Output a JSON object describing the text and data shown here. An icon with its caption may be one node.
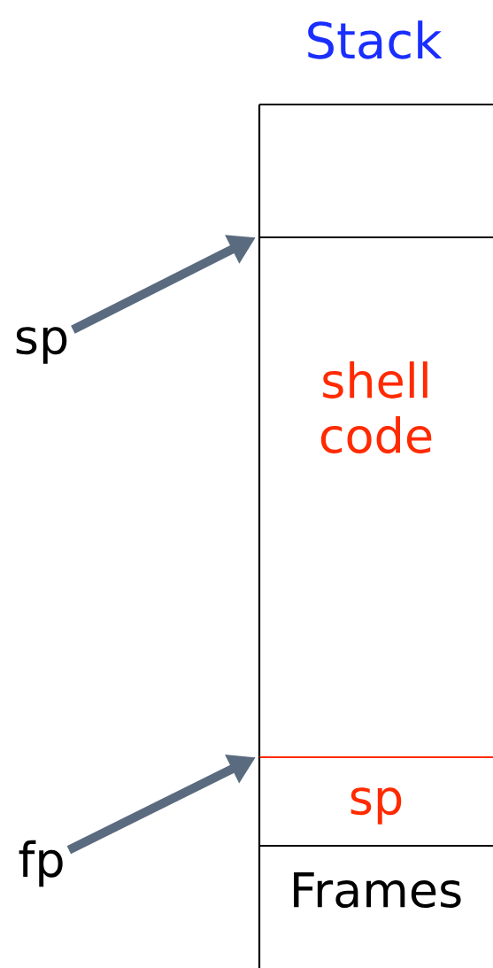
{
  "diagram": {
    "title": "Stack",
    "nodes": [
      {
        "text": [],
        "shape": "box"
      },
      {
        "text": [
          "shell code"
        ]
      },
      {
        "text": [
          "sp"
        ]
      },
      {
        "text": [
          "Frames"
        ]
      },
      {
        "text": [
          "sp"
        ]
      },
      {
        "text": [
          "fp"
        ]
      }
    ],
    "edges": [
      {
        "from": 4,
        "to": 1,
        "arrow": "to"
      },
      {
        "from": 5,
        "to": 2,
        "arrow": "to"
      }
    ]
  }
}
